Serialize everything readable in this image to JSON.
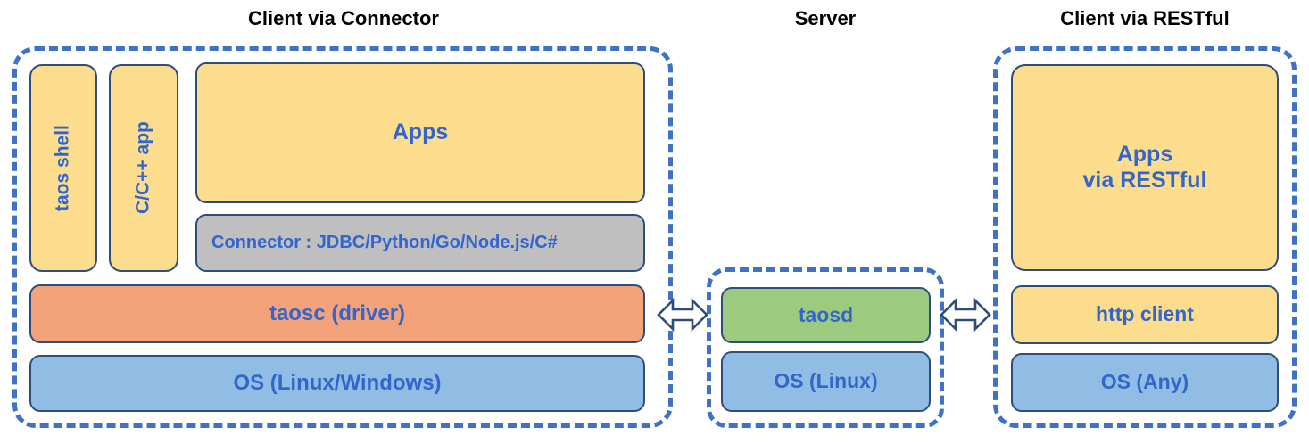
{
  "diagram": {
    "title_connector": "Client via Connector",
    "title_server": "Server",
    "title_restful": "Client via RESTful"
  },
  "client_connector": {
    "taos_shell": "taos shell",
    "c_app": "C/C++ app",
    "apps": "Apps",
    "connector": "Connector : JDBC/Python/Go/Node.js/C#",
    "taosc": "taosc (driver)",
    "os": "OS (Linux/Windows)"
  },
  "server": {
    "taosd": "taosd",
    "os": "OS (Linux)"
  },
  "client_restful": {
    "apps": "Apps\nvia RESTful",
    "http_client": "http client",
    "os": "OS (Any)"
  },
  "connections": {
    "left_arrow": "bidirectional-arrow",
    "right_arrow": "bidirectional-arrow"
  },
  "colors": {
    "dashed_border": "#3D72C6",
    "box_border": "#2E4D7B",
    "text": "#3366CC",
    "title_text": "#000000",
    "yellow": "#FBDD8D",
    "grey": "#BFBFBF",
    "orange": "#F4A27A",
    "blue": "#91BCE4",
    "green": "#9CCB80"
  }
}
